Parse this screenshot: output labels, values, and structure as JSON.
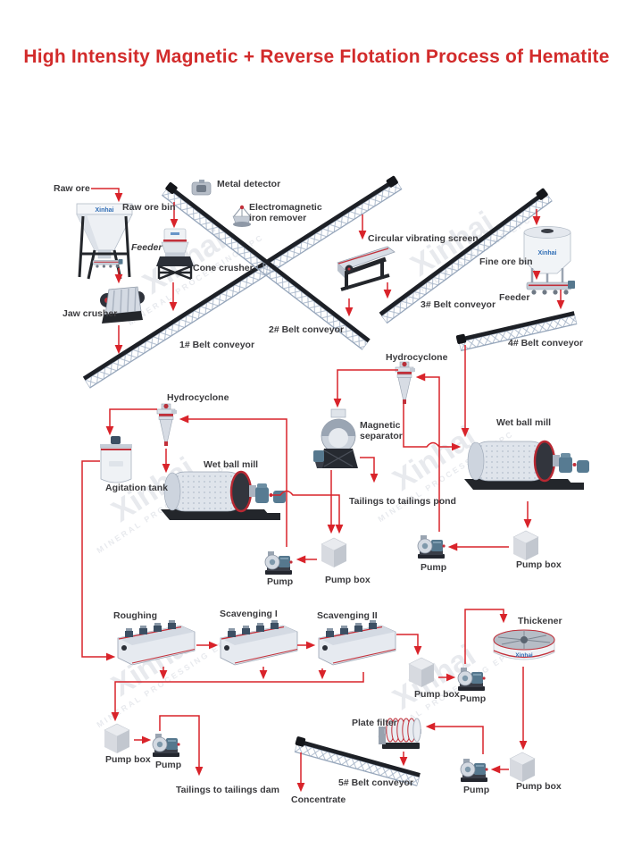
{
  "title": "High Intensity Magnetic + Reverse Flotation Process of Hematite",
  "watermark": {
    "brand": "Xinhai",
    "tagline": "MINERAL PROCESSING EPC"
  },
  "colors": {
    "accent_red": "#d9232a",
    "title_red": "#d22b2b",
    "label_gray": "#3b3b3e",
    "brand_blue": "#2f6db5"
  },
  "labels": {
    "raw_ore": "Raw ore",
    "raw_ore_bin": "Raw ore bin",
    "feeder": "Feeder",
    "metal_detector": "Metal detector",
    "electromagnetic_iron_remover": "Electromagnetic iron remover",
    "cone_crusher": "Cone crusher",
    "jaw_crusher": "Jaw crusher",
    "belt_1": "1# Belt conveyor",
    "belt_2": "2# Belt conveyor",
    "belt_3": "3# Belt conveyor",
    "belt_4": "4# Belt conveyor",
    "belt_5": "5# Belt conveyor",
    "circular_vibrating_screen": "Circular vibrating screen",
    "fine_ore_bin": "Fine ore bin",
    "hydrocyclone": "Hydrocyclone",
    "magnetic_separator": "Magnetic separator",
    "wet_ball_mill": "Wet ball mill",
    "agitation_tank": "Agitation tank",
    "tailings_pond": "Tailings to tailings pond",
    "tailings_dam": "Tailings to tailings dam",
    "pump": "Pump",
    "pump_box": "Pump box",
    "roughing": "Roughing",
    "scavenging_1": "Scavenging I",
    "scavenging_2": "Scavenging II",
    "thickener": "Thickener",
    "plate_filter": "Plate filter",
    "concentrate": "Concentrate"
  }
}
